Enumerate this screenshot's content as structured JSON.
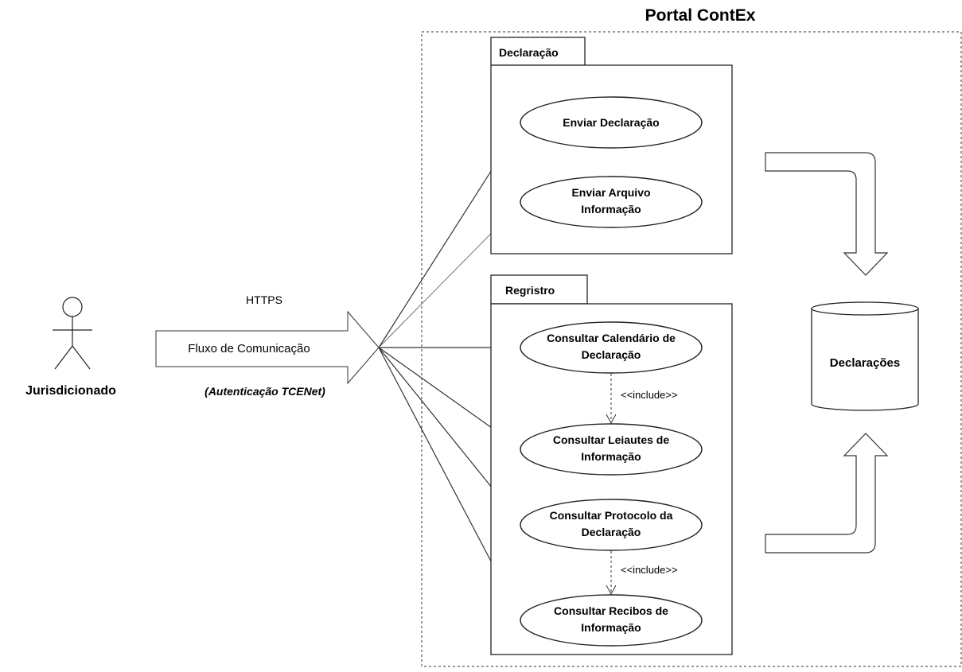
{
  "system": {
    "title": "Portal ContEx"
  },
  "actor": {
    "name": "Jurisdicionado",
    "icon": "stick-figure-actor-icon"
  },
  "communication": {
    "protocol": "HTTPS",
    "flow_label": "Fluxo de Comunicação",
    "auth_note": "(Autenticação TCENet)"
  },
  "packages": [
    {
      "name": "Declaração",
      "use_cases": [
        {
          "lines": [
            "Enviar Declaração"
          ]
        },
        {
          "lines": [
            "Enviar Arquivo",
            "Informação"
          ]
        }
      ]
    },
    {
      "name": "Regristro",
      "use_cases": [
        {
          "lines": [
            "Consultar Calendário de",
            "Declaração"
          ]
        },
        {
          "lines": [
            "Consultar Leiautes de",
            "Informação"
          ]
        },
        {
          "lines": [
            "Consultar Protocolo da",
            "Declaração"
          ]
        },
        {
          "lines": [
            "Consultar Recibos de",
            "Informação"
          ]
        }
      ]
    }
  ],
  "include_relations": [
    {
      "label": "<<include>>"
    },
    {
      "label": "<<include>>"
    }
  ],
  "datastore": {
    "label": "Declarações",
    "icon": "database-cylinder-icon"
  }
}
